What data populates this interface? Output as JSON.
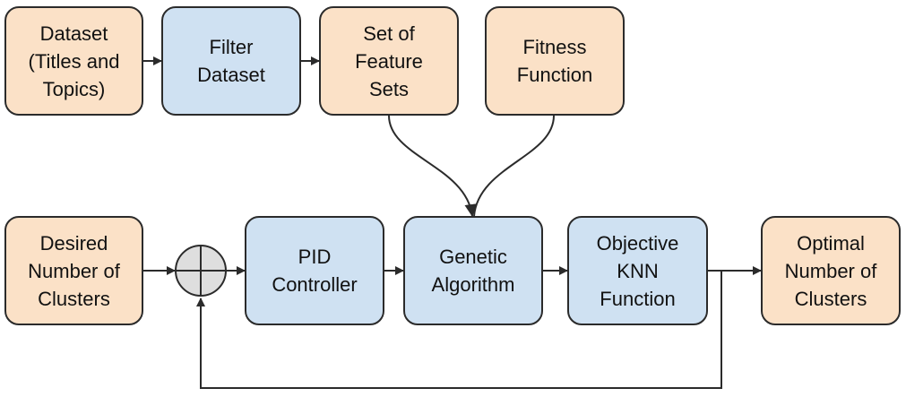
{
  "colors": {
    "input_fill": "#fbe1c7",
    "process_fill": "#cfe1f2",
    "stroke": "#2b2b2b",
    "sum_fill": "#dedede"
  },
  "boxes": {
    "dataset": "Dataset\n(Titles and\nTopics)",
    "filter": "Filter\nDataset",
    "feature_sets": "Set of\nFeature\nSets",
    "fitness": "Fitness\nFunction",
    "desired": "Desired\nNumber of\nClusters",
    "pid": "PID\nController",
    "genetic": "Genetic\nAlgorithm",
    "knn": "Objective\nKNN\nFunction",
    "optimal": "Optimal\nNumber of\nClusters"
  }
}
